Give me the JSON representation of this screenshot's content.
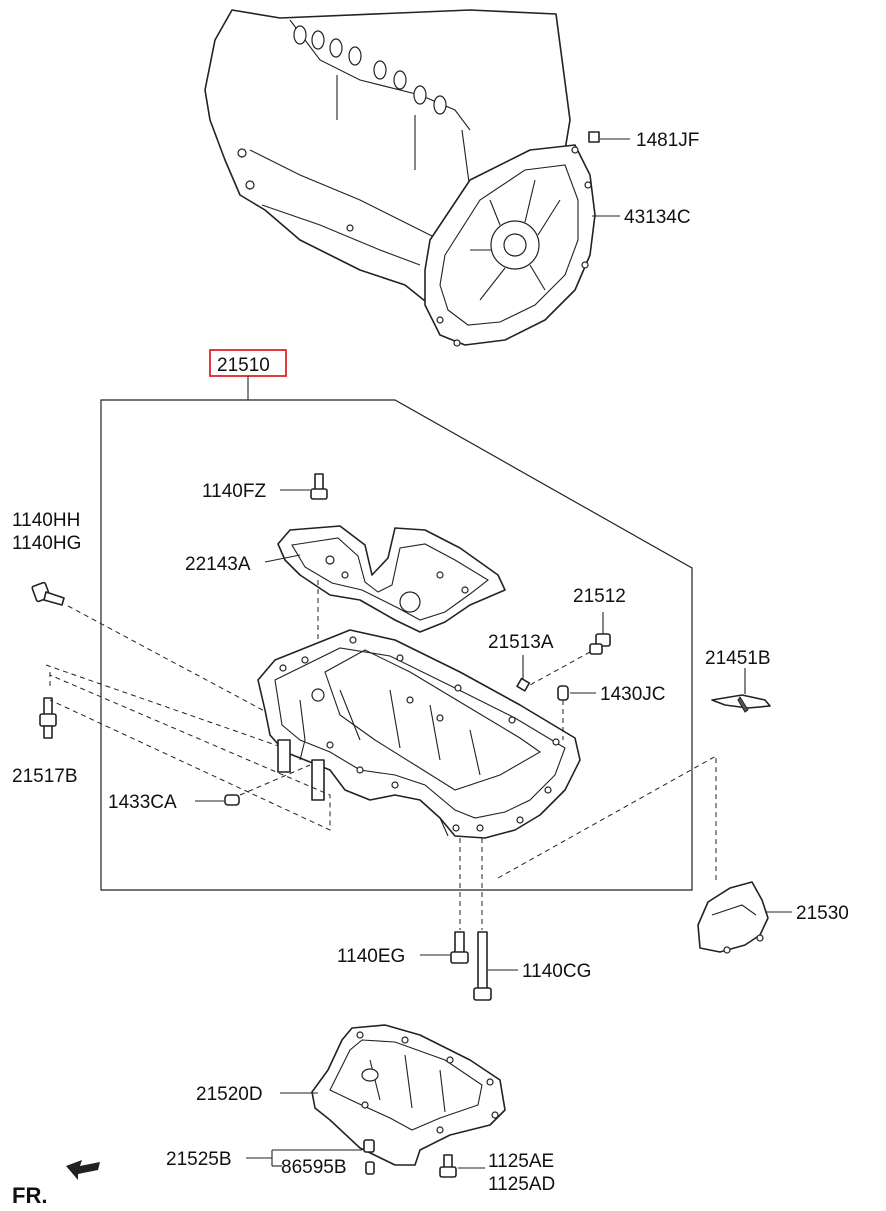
{
  "parts": {
    "p1481JF": "1481JF",
    "p43134C": "43134C",
    "p21510": "21510",
    "p1140FZ": "1140FZ",
    "p1140HH": "1140HH",
    "p1140HG": "1140HG",
    "p22143A": "22143A",
    "p21512": "21512",
    "p21513A": "21513A",
    "p21451B": "21451B",
    "p1430JC": "1430JC",
    "p21517B": "21517B",
    "p1433CA": "1433CA",
    "p21530": "21530",
    "p1140EG": "1140EG",
    "p1140CG": "1140CG",
    "p21520D": "21520D",
    "p21525B": "21525B",
    "p86595B": "86595B",
    "p1125AE": "1125AE",
    "p1125AD": "1125AD"
  },
  "direction_label": "FR.",
  "highlight_color": "#e0252b",
  "line_color": "#222222"
}
